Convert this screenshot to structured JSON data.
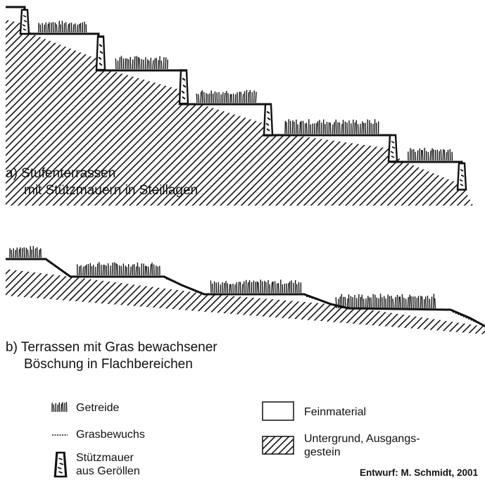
{
  "figure": {
    "caption_a": {
      "line1": "a)  Stufenterrassen",
      "line2": "mit Stützmauern in Steillagen"
    },
    "caption_b": {
      "line1": "b)  Terrassen mit Gras bewachsener",
      "line2": "Böschung in Flachbereichen"
    }
  },
  "legend": {
    "items": [
      {
        "symbol": "getreide-icon",
        "label": "Getreide"
      },
      {
        "symbol": "grasbewuchs-icon",
        "label": "Grasbewuchs"
      },
      {
        "symbol": "stuetzmauer-icon",
        "label_line1": "Stützmauer",
        "label_line2": "aus Geröllen"
      },
      {
        "symbol": "feinmaterial-icon",
        "label": "Feinmaterial"
      },
      {
        "symbol": "untergrund-icon",
        "label_line1": "Untergrund, Ausgangs-",
        "label_line2": "gestein"
      }
    ]
  },
  "credit": "Entwurf: M. Schmidt, 2001",
  "colors": {
    "ink": "#111111",
    "fill": "#ffffff"
  }
}
